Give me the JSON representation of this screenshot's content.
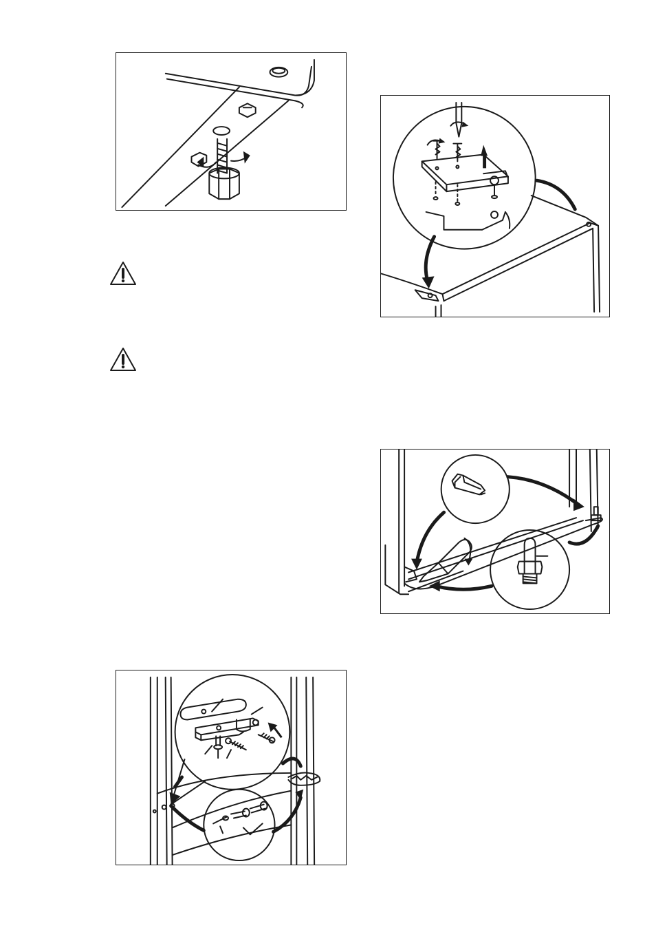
{
  "page": {
    "figures": [
      {
        "id": "fig-adjust-foot",
        "icon": "adjustable-foot-illustration"
      },
      {
        "id": "fig-top-hinge",
        "icon": "top-hinge-illustration"
      },
      {
        "id": "fig-bottom-hinge-pin",
        "icon": "bottom-hinge-pin-illustration"
      },
      {
        "id": "fig-middle-hinge",
        "icon": "middle-hinge-illustration"
      }
    ],
    "warnings": [
      {
        "icon": "warning-triangle-icon",
        "symbol": "!"
      },
      {
        "icon": "warning-triangle-icon",
        "symbol": "!"
      }
    ]
  },
  "colors": {
    "line": "#1a1a1a",
    "background": "#ffffff"
  }
}
